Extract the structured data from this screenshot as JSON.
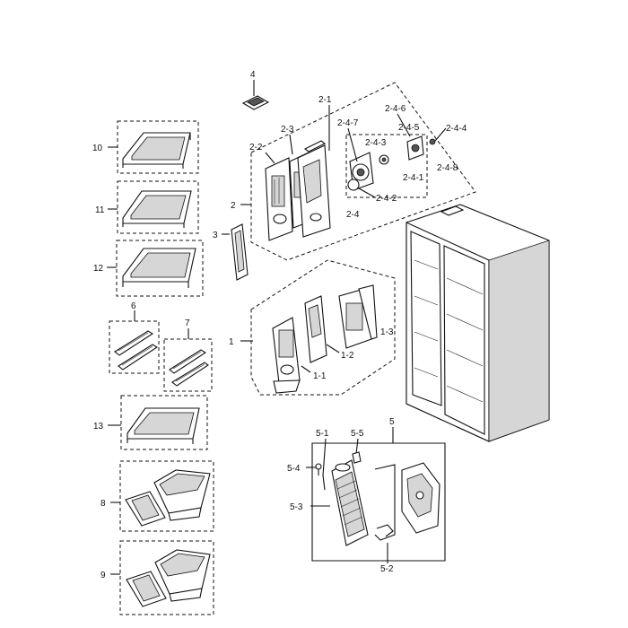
{
  "labels": {
    "l1": "1",
    "l1_1": "1-1",
    "l1_2": "1-2",
    "l1_3": "1-3",
    "l2": "2",
    "l2_1": "2-1",
    "l2_2": "2-2",
    "l2_3": "2-3",
    "l2_4": "2-4",
    "l2_4_1": "2-4-1",
    "l2_4_2": "2-4-2",
    "l2_4_3": "2-4-3",
    "l2_4_4": "2-4-4",
    "l2_4_5": "2-4-5",
    "l2_4_6": "2-4-6",
    "l2_4_7": "2-4-7",
    "l2_4_8": "2-4-8",
    "l3": "3",
    "l4": "4",
    "l5": "5",
    "l5_1": "5-1",
    "l5_2": "5-2",
    "l5_3": "5-3",
    "l5_4": "5-4",
    "l5_5": "5-5",
    "l6": "6",
    "l7": "7",
    "l8": "8",
    "l9": "9",
    "l10": "10",
    "l11": "11",
    "l12": "12",
    "l13": "13"
  }
}
